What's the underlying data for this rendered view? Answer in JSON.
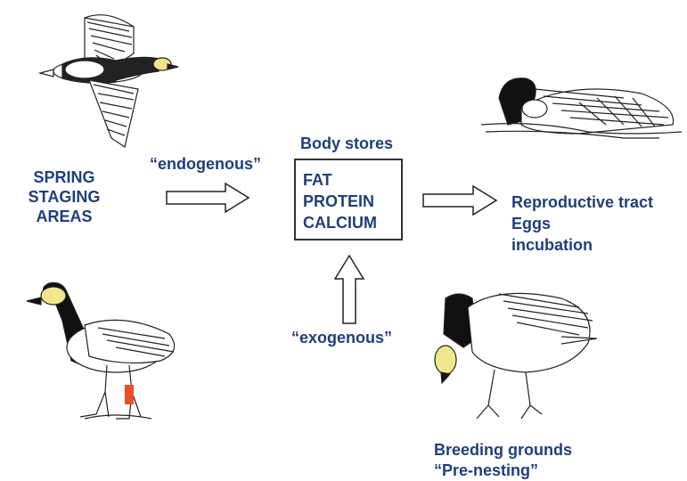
{
  "labels": {
    "spring": [
      "SPRING",
      "STAGING",
      "AREAS"
    ],
    "endogenous": "“endogenous”",
    "exogenous": "“exogenous”",
    "body_stores_title": "Body stores",
    "body_stores": [
      "FAT",
      "PROTEIN",
      "CALCIUM"
    ],
    "outcomes": [
      "Reproductive tract",
      "Eggs",
      "incubation"
    ],
    "breeding": [
      "Breeding grounds",
      "“Pre-nesting”"
    ]
  },
  "colors": {
    "text": "#1f3f7a",
    "outline": "#222222",
    "cheek": "#f0e68c",
    "band": "#e8502a"
  },
  "icons": [
    "flying-goose-illustration",
    "banded-goose-illustration",
    "nesting-goose-illustration",
    "grazing-goose-illustration"
  ]
}
